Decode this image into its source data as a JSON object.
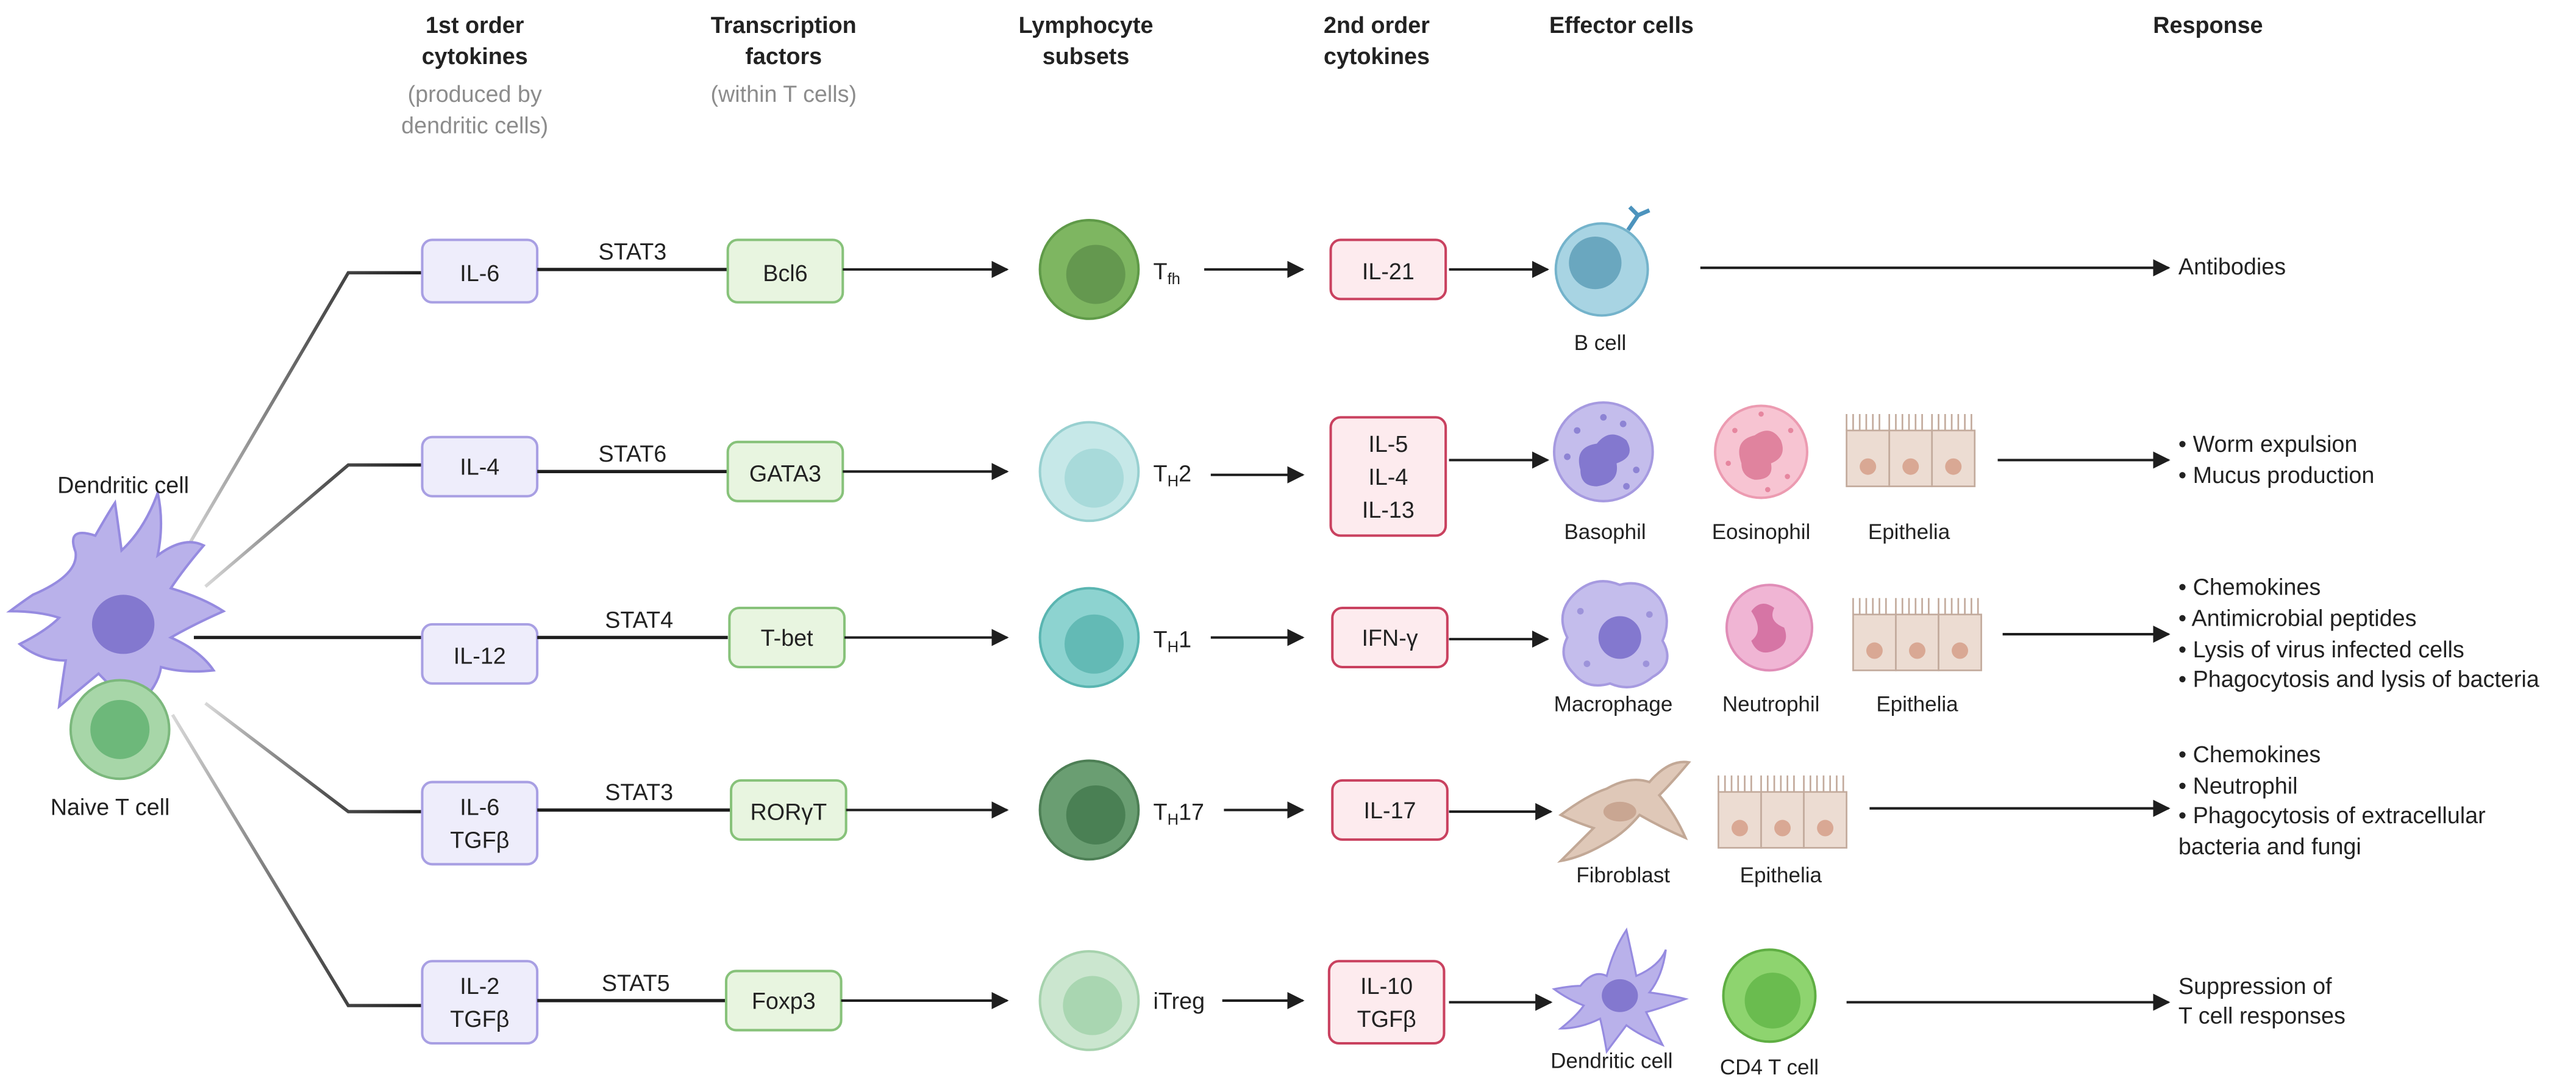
{
  "headers": {
    "first_order": [
      "1st order",
      "cytokines"
    ],
    "first_order_note": [
      "(produced by",
      "dendritic cells)"
    ],
    "tf": [
      "Transcription",
      "factors"
    ],
    "tf_note": "(within T cells)",
    "lymph": [
      "Lymphocyte",
      "subsets"
    ],
    "second_order": [
      "2nd order",
      "cytokines"
    ],
    "effector": "Effector cells",
    "response": "Response"
  },
  "left_cells": {
    "dendritic": "Dendritic cell",
    "naive": "Naive T cell"
  },
  "rows": [
    {
      "cytokines": [
        "IL-6"
      ],
      "stat": "STAT3",
      "tf": "Bcl6",
      "subset_main": "T",
      "subset_sub": "fh",
      "subset_tail": "",
      "second": [
        "IL-21"
      ],
      "effectors": [
        "B cell"
      ],
      "response": [
        "Antibodies"
      ]
    },
    {
      "cytokines": [
        "IL-4"
      ],
      "stat": "STAT6",
      "tf": "GATA3",
      "subset_main": "T",
      "subset_sub": "H",
      "subset_tail": "2",
      "second": [
        "IL-5",
        "IL-4",
        "IL-13"
      ],
      "effectors": [
        "Basophil",
        "Eosinophil",
        "Epithelia"
      ],
      "response": [
        "• Worm expulsion",
        "• Mucus production"
      ]
    },
    {
      "cytokines": [
        "IL-12"
      ],
      "stat": "STAT4",
      "tf": "T-bet",
      "subset_main": "T",
      "subset_sub": "H",
      "subset_tail": "1",
      "second": [
        "IFN-γ"
      ],
      "effectors": [
        "Macrophage",
        "Neutrophil",
        "Epithelia"
      ],
      "response": [
        "• Chemokines",
        "• Antimicrobial peptides",
        "• Lysis of virus infected cells",
        "• Phagocytosis and lysis of bacteria"
      ]
    },
    {
      "cytokines": [
        "IL-6",
        "TGFβ"
      ],
      "stat": "STAT3",
      "tf": "RORγT",
      "subset_main": "T",
      "subset_sub": "H",
      "subset_tail": "17",
      "second": [
        "IL-17"
      ],
      "effectors": [
        "Fibroblast",
        "Epithelia"
      ],
      "response": [
        "• Chemokines",
        "• Neutrophil",
        "• Phagocytosis of extracellular",
        "bacteria and fungi"
      ]
    },
    {
      "cytokines": [
        "IL-2",
        "TGFβ"
      ],
      "stat": "STAT5",
      "tf": "Foxp3",
      "subset_main": "iTreg",
      "subset_sub": "",
      "subset_tail": "",
      "second": [
        "IL-10",
        "TGFβ"
      ],
      "effectors": [
        "Dendritic cell",
        "CD4 T cell"
      ],
      "response": [
        "Suppression of",
        "T cell responses"
      ]
    }
  ],
  "colors": {
    "cytokine_fill": "#eeedfb",
    "cytokine_stroke": "#a89fe3",
    "tf_fill": "#e8f5e0",
    "tf_stroke": "#87c27a",
    "second_fill": "#fdebee",
    "second_stroke": "#c9415f"
  }
}
